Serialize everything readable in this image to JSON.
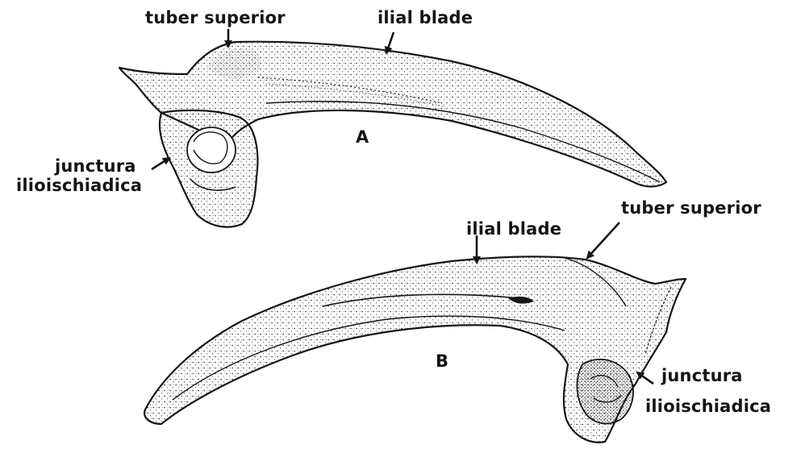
{
  "figure": {
    "ink_color": "#151515",
    "paper_color": "#ffffff",
    "view_a": {
      "letter": "A",
      "labels": {
        "tuber_superior": "tuber superior",
        "ilial_blade": "ilial blade",
        "junctura_line1": "junctura",
        "junctura_line2": "ilioischiadica"
      }
    },
    "view_b": {
      "letter": "B",
      "labels": {
        "tuber_superior": "tuber superior",
        "ilial_blade": "ilial blade",
        "junctura_line1": "junctura",
        "junctura_line2": "ilioischiadica"
      }
    }
  }
}
